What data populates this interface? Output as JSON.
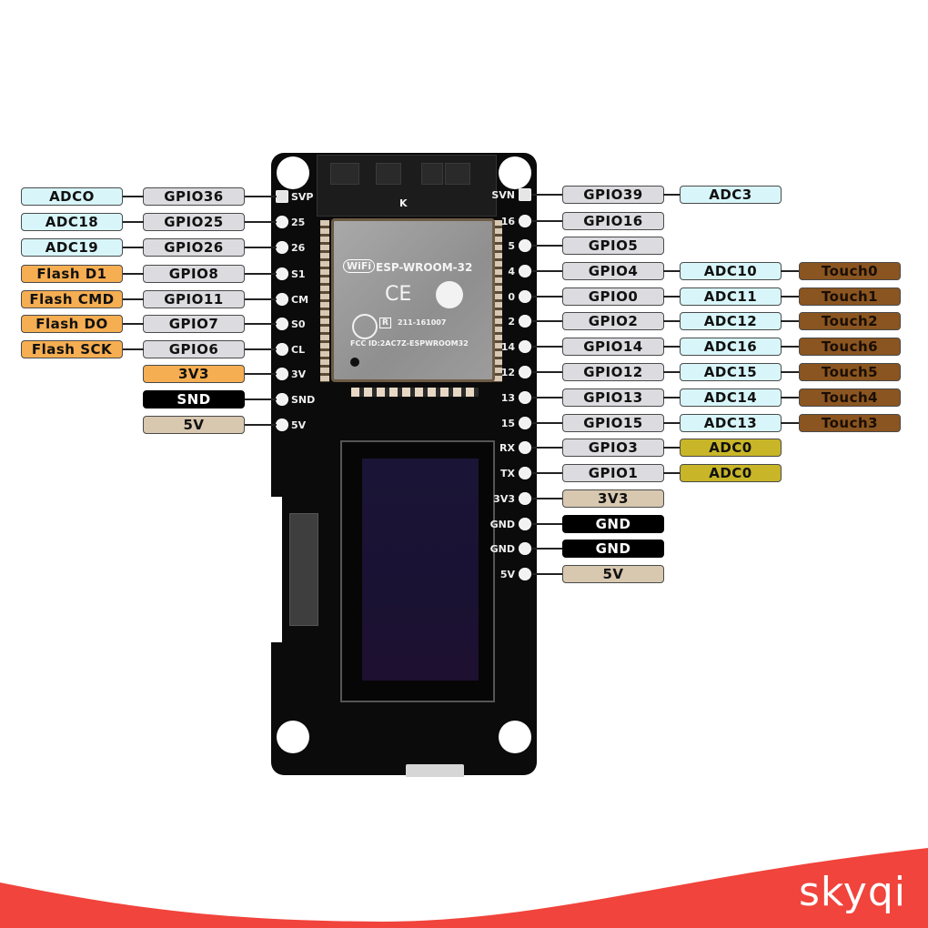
{
  "board": {
    "module_brand": "ESP-WROOM-32",
    "module_wifi_logo": "WiFi",
    "module_cert_ce": "CE",
    "module_cert_r": "R",
    "module_cert_number": "211-161007",
    "module_fcc": "FCC ID:2AC7Z-ESPWROOM32",
    "antenna_mark": "K",
    "left_silk": [
      "SVP",
      "25",
      "26",
      "S1",
      "CM",
      "S0",
      "CL",
      "3V",
      "SND",
      "5V"
    ],
    "right_silk": [
      "SVN",
      "16",
      "5",
      "4",
      "0",
      "2",
      "14",
      "12",
      "13",
      "15",
      "RX",
      "TX",
      "3V3",
      "GND",
      "GND",
      "5V"
    ]
  },
  "left_pins": [
    {
      "gpio": "GPIO36",
      "func": "ADCO",
      "func_type": "adc"
    },
    {
      "gpio": "GPIO25",
      "func": "ADC18",
      "func_type": "adc"
    },
    {
      "gpio": "GPIO26",
      "func": "ADC19",
      "func_type": "adc"
    },
    {
      "gpio": "GPIO8",
      "func": "Flash D1",
      "func_type": "flash"
    },
    {
      "gpio": "GPIO11",
      "func": "Flash CMD",
      "func_type": "flash"
    },
    {
      "gpio": "GPIO7",
      "func": "Flash DO",
      "func_type": "flash"
    },
    {
      "gpio": "GPIO6",
      "func": "Flash SCK",
      "func_type": "flash"
    },
    {
      "gpio": "3V3",
      "type": "power3v3"
    },
    {
      "gpio": "SND",
      "type": "gnd"
    },
    {
      "gpio": "5V",
      "type": "power5v"
    }
  ],
  "right_pins": [
    {
      "gpio": "GPIO39",
      "adc": "ADC3"
    },
    {
      "gpio": "GPIO16"
    },
    {
      "gpio": "GPIO5"
    },
    {
      "gpio": "GPIO4",
      "adc": "ADC10",
      "touch": "Touch0"
    },
    {
      "gpio": "GPIO0",
      "adc": "ADC11",
      "touch": "Touch1"
    },
    {
      "gpio": "GPIO2",
      "adc": "ADC12",
      "touch": "Touch2"
    },
    {
      "gpio": "GPIO14",
      "adc": "ADC16",
      "touch": "Touch6"
    },
    {
      "gpio": "GPIO12",
      "adc": "ADC15",
      "touch": "Touch5"
    },
    {
      "gpio": "GPIO13",
      "adc": "ADC14",
      "touch": "Touch4"
    },
    {
      "gpio": "GPIO15",
      "adc": "ADC13",
      "touch": "Touch3"
    },
    {
      "gpio": "GPIO3",
      "adc": "ADC0",
      "adc_style": "yellow"
    },
    {
      "gpio": "GPIO1",
      "adc": "ADC0",
      "adc_style": "yellow"
    },
    {
      "gpio": "3V3",
      "type": "power"
    },
    {
      "gpio": "GND",
      "type": "gnd"
    },
    {
      "gpio": "GND",
      "type": "gnd"
    },
    {
      "gpio": "5V",
      "type": "power"
    }
  ],
  "colors": {
    "gpio": "#dcdce0",
    "adc": "#d8f6fa",
    "flash": "#f6ae52",
    "touch": "#8a5520",
    "adc_yellow": "#c8b628",
    "power": "#d8c8b0",
    "gnd": "#000000",
    "banner": "#f0443c"
  },
  "watermark": "skyqi"
}
